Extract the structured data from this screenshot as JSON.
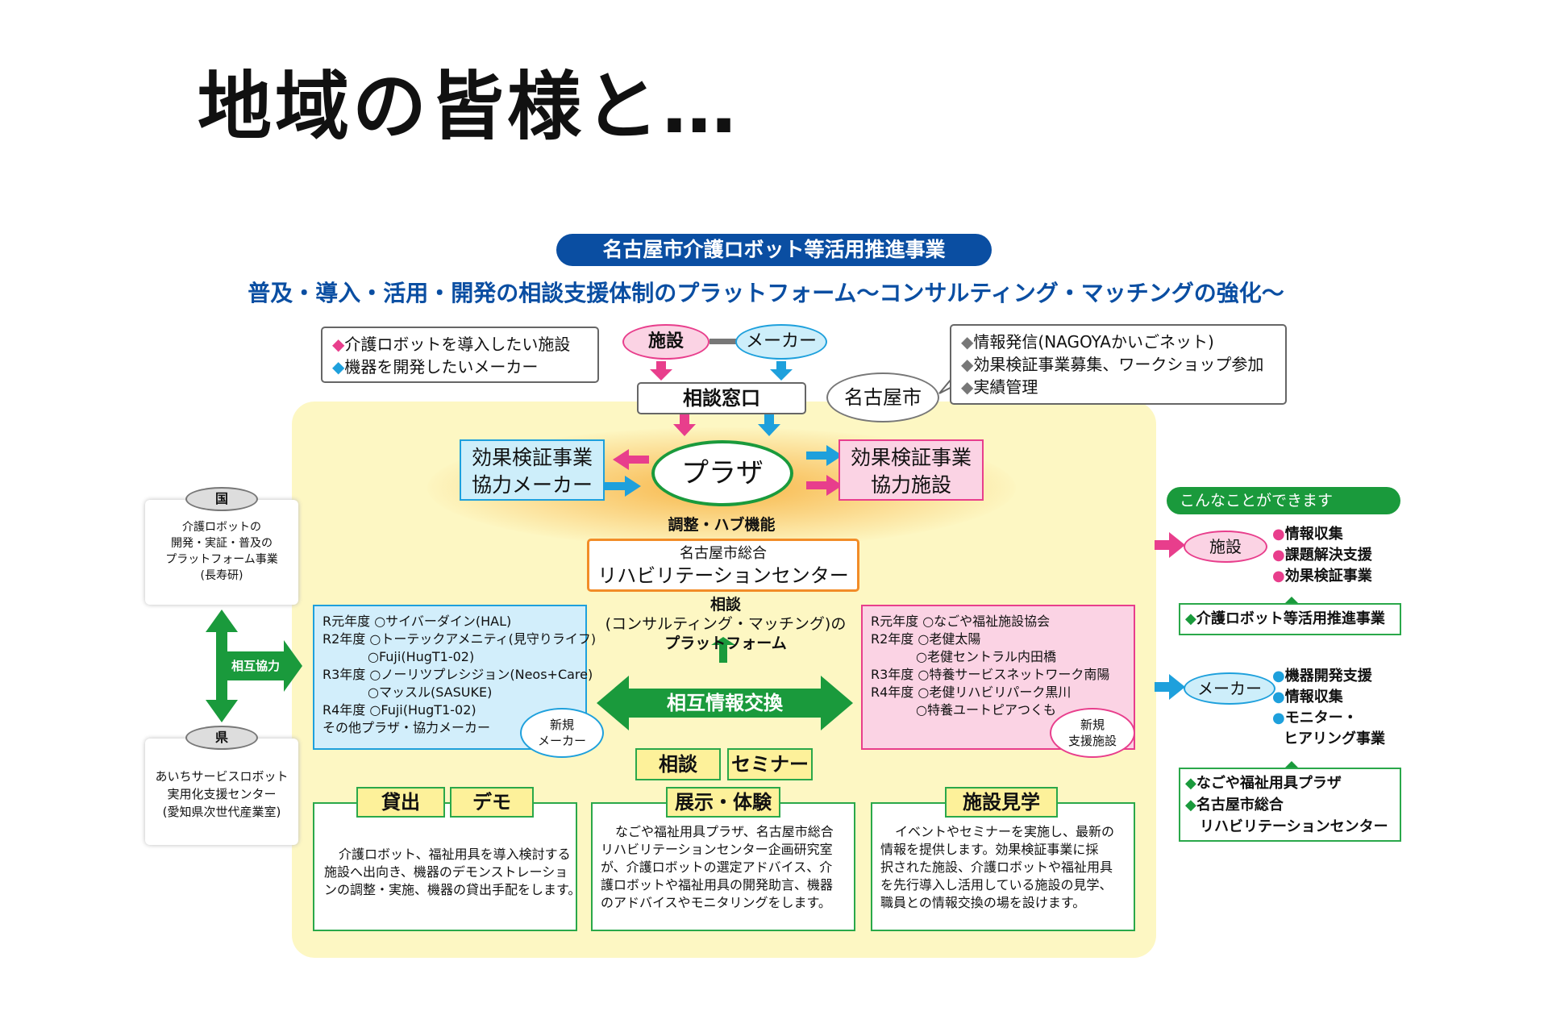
{
  "slide_title": "地域の皆様と…",
  "banner": "名古屋市介護ロボット等活用推進事業",
  "subtitle": "普及・導入・活用・開発の相談支援体制のプラットフォーム〜コンサルティング・マッチングの強化〜",
  "targets_box": {
    "line1_marker": "◆",
    "line1": "介護ロボットを導入したい施設",
    "line2_marker": "◆",
    "line2": "機器を開発したいメーカー"
  },
  "oval_facility": "施設",
  "oval_maker": "メーカー",
  "consult_window": "相談窓口",
  "nagoya_city": "名古屋市",
  "city_box": {
    "marker": "◆",
    "line1": "情報発信(NAGOYAかいごネット)",
    "line2": "効果検証事業募集、ワークショップ参加",
    "line3": "実績管理"
  },
  "plaza": "プラザ",
  "left_coop": {
    "line1": "効果検証事業",
    "line2": "協力メーカー"
  },
  "right_coop": {
    "line1": "効果検証事業",
    "line2": "協力施設"
  },
  "hub_label": "調整・ハブ機能",
  "center": {
    "line1": "名古屋市総合",
    "line2": "リハビリテーションセンター"
  },
  "platform": {
    "line1": "相談",
    "line2": "(コンサルティング・マッチング)の",
    "line3": "プラットフォーム"
  },
  "exchange": "相互情報交換",
  "national": {
    "badge": "国",
    "line1": "介護ロボットの",
    "line2": "開発・実証・普及の",
    "line3": "プラットフォーム事業",
    "line4": "(長寿研)"
  },
  "mutual": "相互協力",
  "prefecture": {
    "badge": "県",
    "line1": "あいちサービスロボット",
    "line2": "実用化支援センター",
    "line3": "(愛知県次世代産業室)"
  },
  "makers_list": [
    {
      "year": "R元年度",
      "name": "○サイバーダイン(HAL)"
    },
    {
      "year": "R2年度",
      "name": "○トーテックアメニティ(見守りライフ)"
    },
    {
      "year": "",
      "name": "○Fuji(HugT1-02)"
    },
    {
      "year": "R3年度",
      "name": "○ノーリツプレシジョン(Neos+Care)"
    },
    {
      "year": "",
      "name": "○マッスル(SASUKE)"
    },
    {
      "year": "R4年度",
      "name": "○Fuji(HugT1-02)"
    },
    {
      "year": "その他プラザ・協力メーカー",
      "name": ""
    }
  ],
  "new_makers": {
    "line1": "新規",
    "line2": "メーカー"
  },
  "facilities_list": [
    {
      "year": "R元年度",
      "name": "○なごや福祉施設協会"
    },
    {
      "year": "R2年度",
      "name": "○老健太陽"
    },
    {
      "year": "",
      "name": "○老健セントラル内田橋"
    },
    {
      "year": "R3年度",
      "name": "○特養サービスネットワーク南陽"
    },
    {
      "year": "R4年度",
      "name": "○老健リハビリパーク黒川"
    },
    {
      "year": "",
      "name": "○特養ユートピアつくも"
    }
  ],
  "new_facilities": {
    "line1": "新規",
    "line2": "支援施設"
  },
  "tag_consult": "相談",
  "tag_seminar": "セミナー",
  "tag_lend": "貸出",
  "tag_demo": "デモ",
  "tag_exhibit": "展示・体験",
  "tag_visit": "施設見学",
  "lend_text": [
    "介護ロボット、福祉用具を導入検討する",
    "施設へ出向き、機器のデモンストレーショ",
    "ンの調整・実施、機器の貸出手配をします。"
  ],
  "exhibit_text": [
    "なごや福祉用具プラザ、名古屋市総合",
    "リハビリテーションセンター企画研究室",
    "が、介護ロボットの選定アドバイス、介",
    "護ロボットや福祉用具の開発助言、機器",
    "のアドバイスやモニタリングをします。"
  ],
  "visit_text": [
    "イベントやセミナーを実施し、最新の",
    "情報を提供します。効果検証事業に採",
    "択された施設、介護ロボットや福祉用具",
    "を先行導入し活用している施設の見学、",
    "職員との情報交換の場を設けます。"
  ],
  "cando_header": "こんなことができます",
  "cando_facility": {
    "label": "施設",
    "items": [
      "情報収集",
      "課題解決支援",
      "効果検証事業"
    ],
    "source": "介護ロボット等活用推進事業"
  },
  "cando_maker": {
    "label": "メーカー",
    "items": [
      "機器開発支援",
      "情報収集",
      "モニター・",
      "ヒアリング事業"
    ],
    "source1": "なごや福祉用具プラザ",
    "source2": "名古屋市総合",
    "source3": "リハビリテーションセンター"
  },
  "colors": {
    "navy": "#0a4ea2",
    "pink": "#e83e8c",
    "cyan": "#1ea0dc",
    "green": "#1a9a3c",
    "yellow": "#fdf7c3",
    "orange": "#f28c28"
  }
}
